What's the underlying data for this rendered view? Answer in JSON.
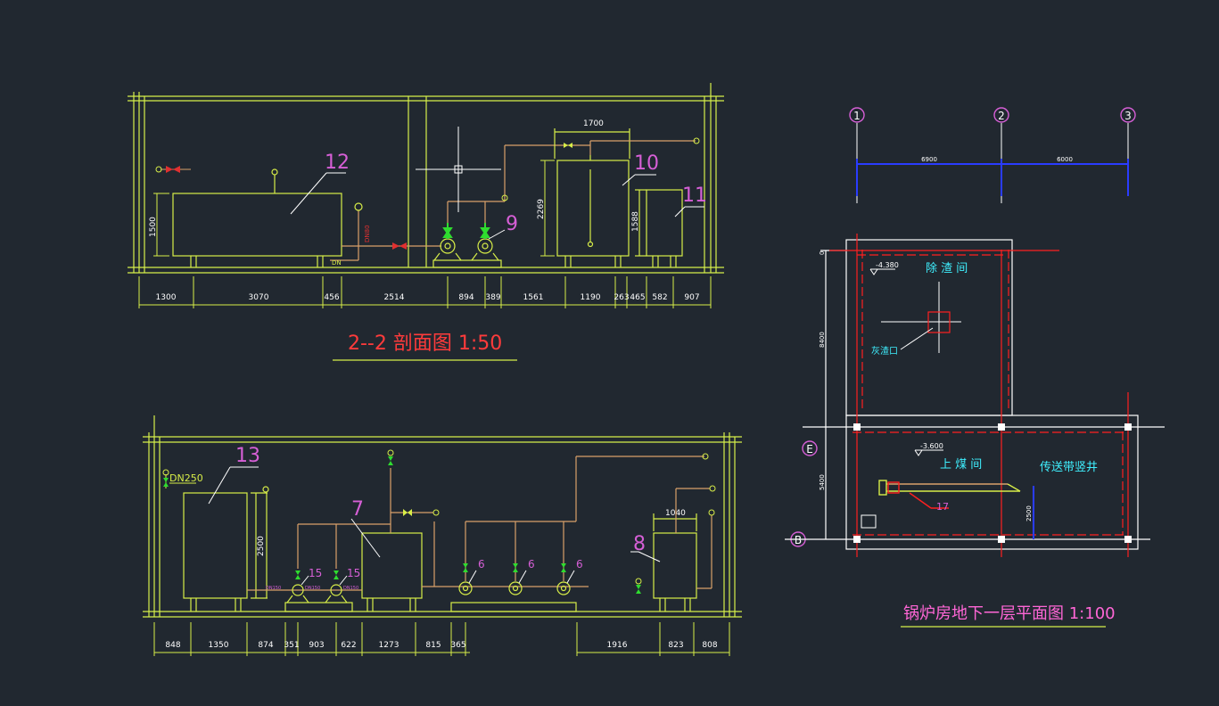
{
  "colors": {
    "background": "#212830",
    "wall": "#d6f04a",
    "equipment": "#d8ee48",
    "pipe": "#d9a06a",
    "label": "#d65fd6",
    "dimension": "#ffffff",
    "valve_red": "#e03030",
    "valve_green": "#2fdc2f",
    "title_red": "#ff3b3b",
    "title_pink": "#ff66d6",
    "cyan_text": "#3ff0ff",
    "grid_blue": "#2a3cff",
    "red_line": "#ff2020"
  },
  "section_top": {
    "title": "2--2 剖面图 1:50",
    "callouts": [
      "12",
      "9",
      "10",
      "11"
    ],
    "dims_vertical": [
      "1500",
      "2269",
      "1588"
    ],
    "dim_1700": "1700",
    "pipe_tag_a": "DN80",
    "pipe_tag_b": "DN",
    "bottom_dims": [
      "1300",
      "3070",
      "456",
      "2514",
      "894",
      "389",
      "1561",
      "1190",
      "263",
      "465",
      "582",
      "907"
    ]
  },
  "section_bottom": {
    "callouts": [
      "13",
      "7",
      "8",
      "15",
      "15",
      "6",
      "6",
      "6"
    ],
    "dn_label": "DN250",
    "dim_2500": "2500",
    "dim_1040": "1040",
    "pipe_tags": [
      "DN150",
      "DN150",
      "DN150"
    ],
    "bottom_dims": [
      "848",
      "1350",
      "874",
      "351",
      "903",
      "622",
      "1273",
      "815",
      "365",
      "1916",
      "823",
      "808"
    ]
  },
  "plan": {
    "title": "锅炉房地下一层平面图 1:100",
    "axes_top": [
      "1",
      "2",
      "3"
    ],
    "axes_left": [
      "E",
      "B"
    ],
    "span_dims": [
      "6900",
      "6000"
    ],
    "side_dims": [
      "8400",
      "5400",
      "2500"
    ],
    "origin_mark": "0",
    "elevation_1": "-4.380",
    "elevation_2": "-3.600",
    "room_1": "除 渣 间",
    "room_2": "上 煤 间",
    "room_3": "传送带竖井",
    "ash_port": "灰渣口",
    "callout_17": "17"
  }
}
